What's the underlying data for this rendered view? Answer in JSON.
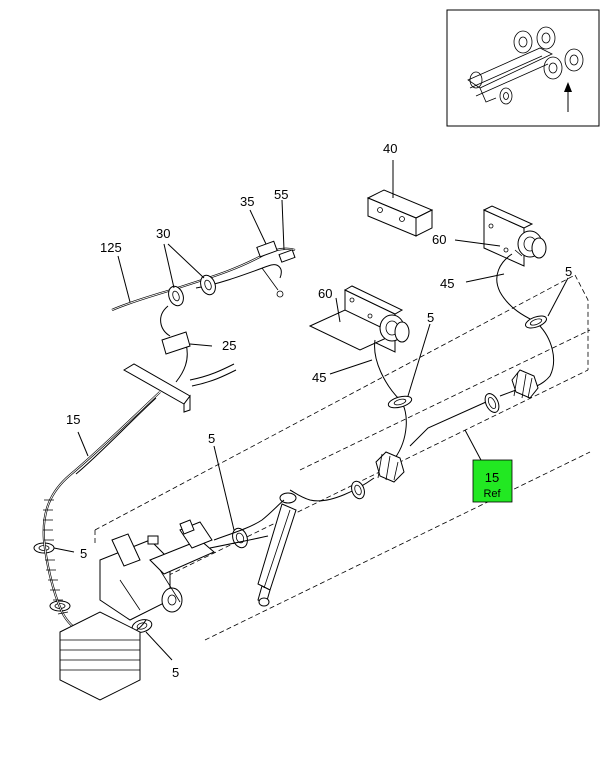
{
  "callouts": {
    "c40": "40",
    "c35": "35",
    "c55": "55",
    "c30": "30",
    "c125": "125",
    "c25": "25",
    "c60a": "60",
    "c60b": "60",
    "c45a": "45",
    "c45b": "45",
    "c5a": "5",
    "c5b": "5",
    "c5c": "5",
    "c5d": "5",
    "c5e": "5",
    "c15": "15"
  },
  "ref_badge": {
    "number": "15",
    "label": "Ref",
    "color": "#22e822"
  },
  "colors": {
    "line": "#000000",
    "background": "#ffffff"
  }
}
